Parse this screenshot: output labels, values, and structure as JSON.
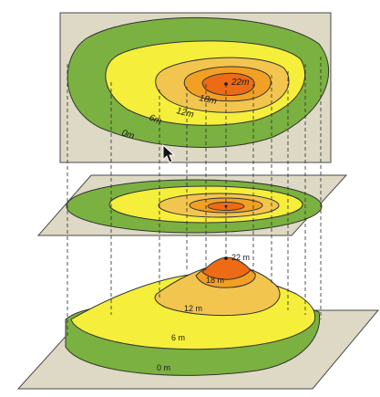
{
  "colors": {
    "background": "#ffffff",
    "plane": "#ddd9c4",
    "plane_edge": "#4a4a4a",
    "band_0m": "#7bb140",
    "band_6m": "#f5ee3a",
    "band_12m": "#f2c54e",
    "band_18m": "#f2a024",
    "band_22m": "#ec6b14",
    "pointer": "#111111"
  },
  "top_map": {
    "labels": {
      "l0": "0m",
      "l6": "6m",
      "l12": "12m",
      "l18": "18m",
      "l22": "22m"
    }
  },
  "hill": {
    "labels": {
      "l0": "0 m",
      "l6": "6 m",
      "l12": "12 m",
      "l18": "18 m",
      "l22": "22 m"
    }
  },
  "cursor": {
    "icon": "arrow-pointer-icon"
  }
}
